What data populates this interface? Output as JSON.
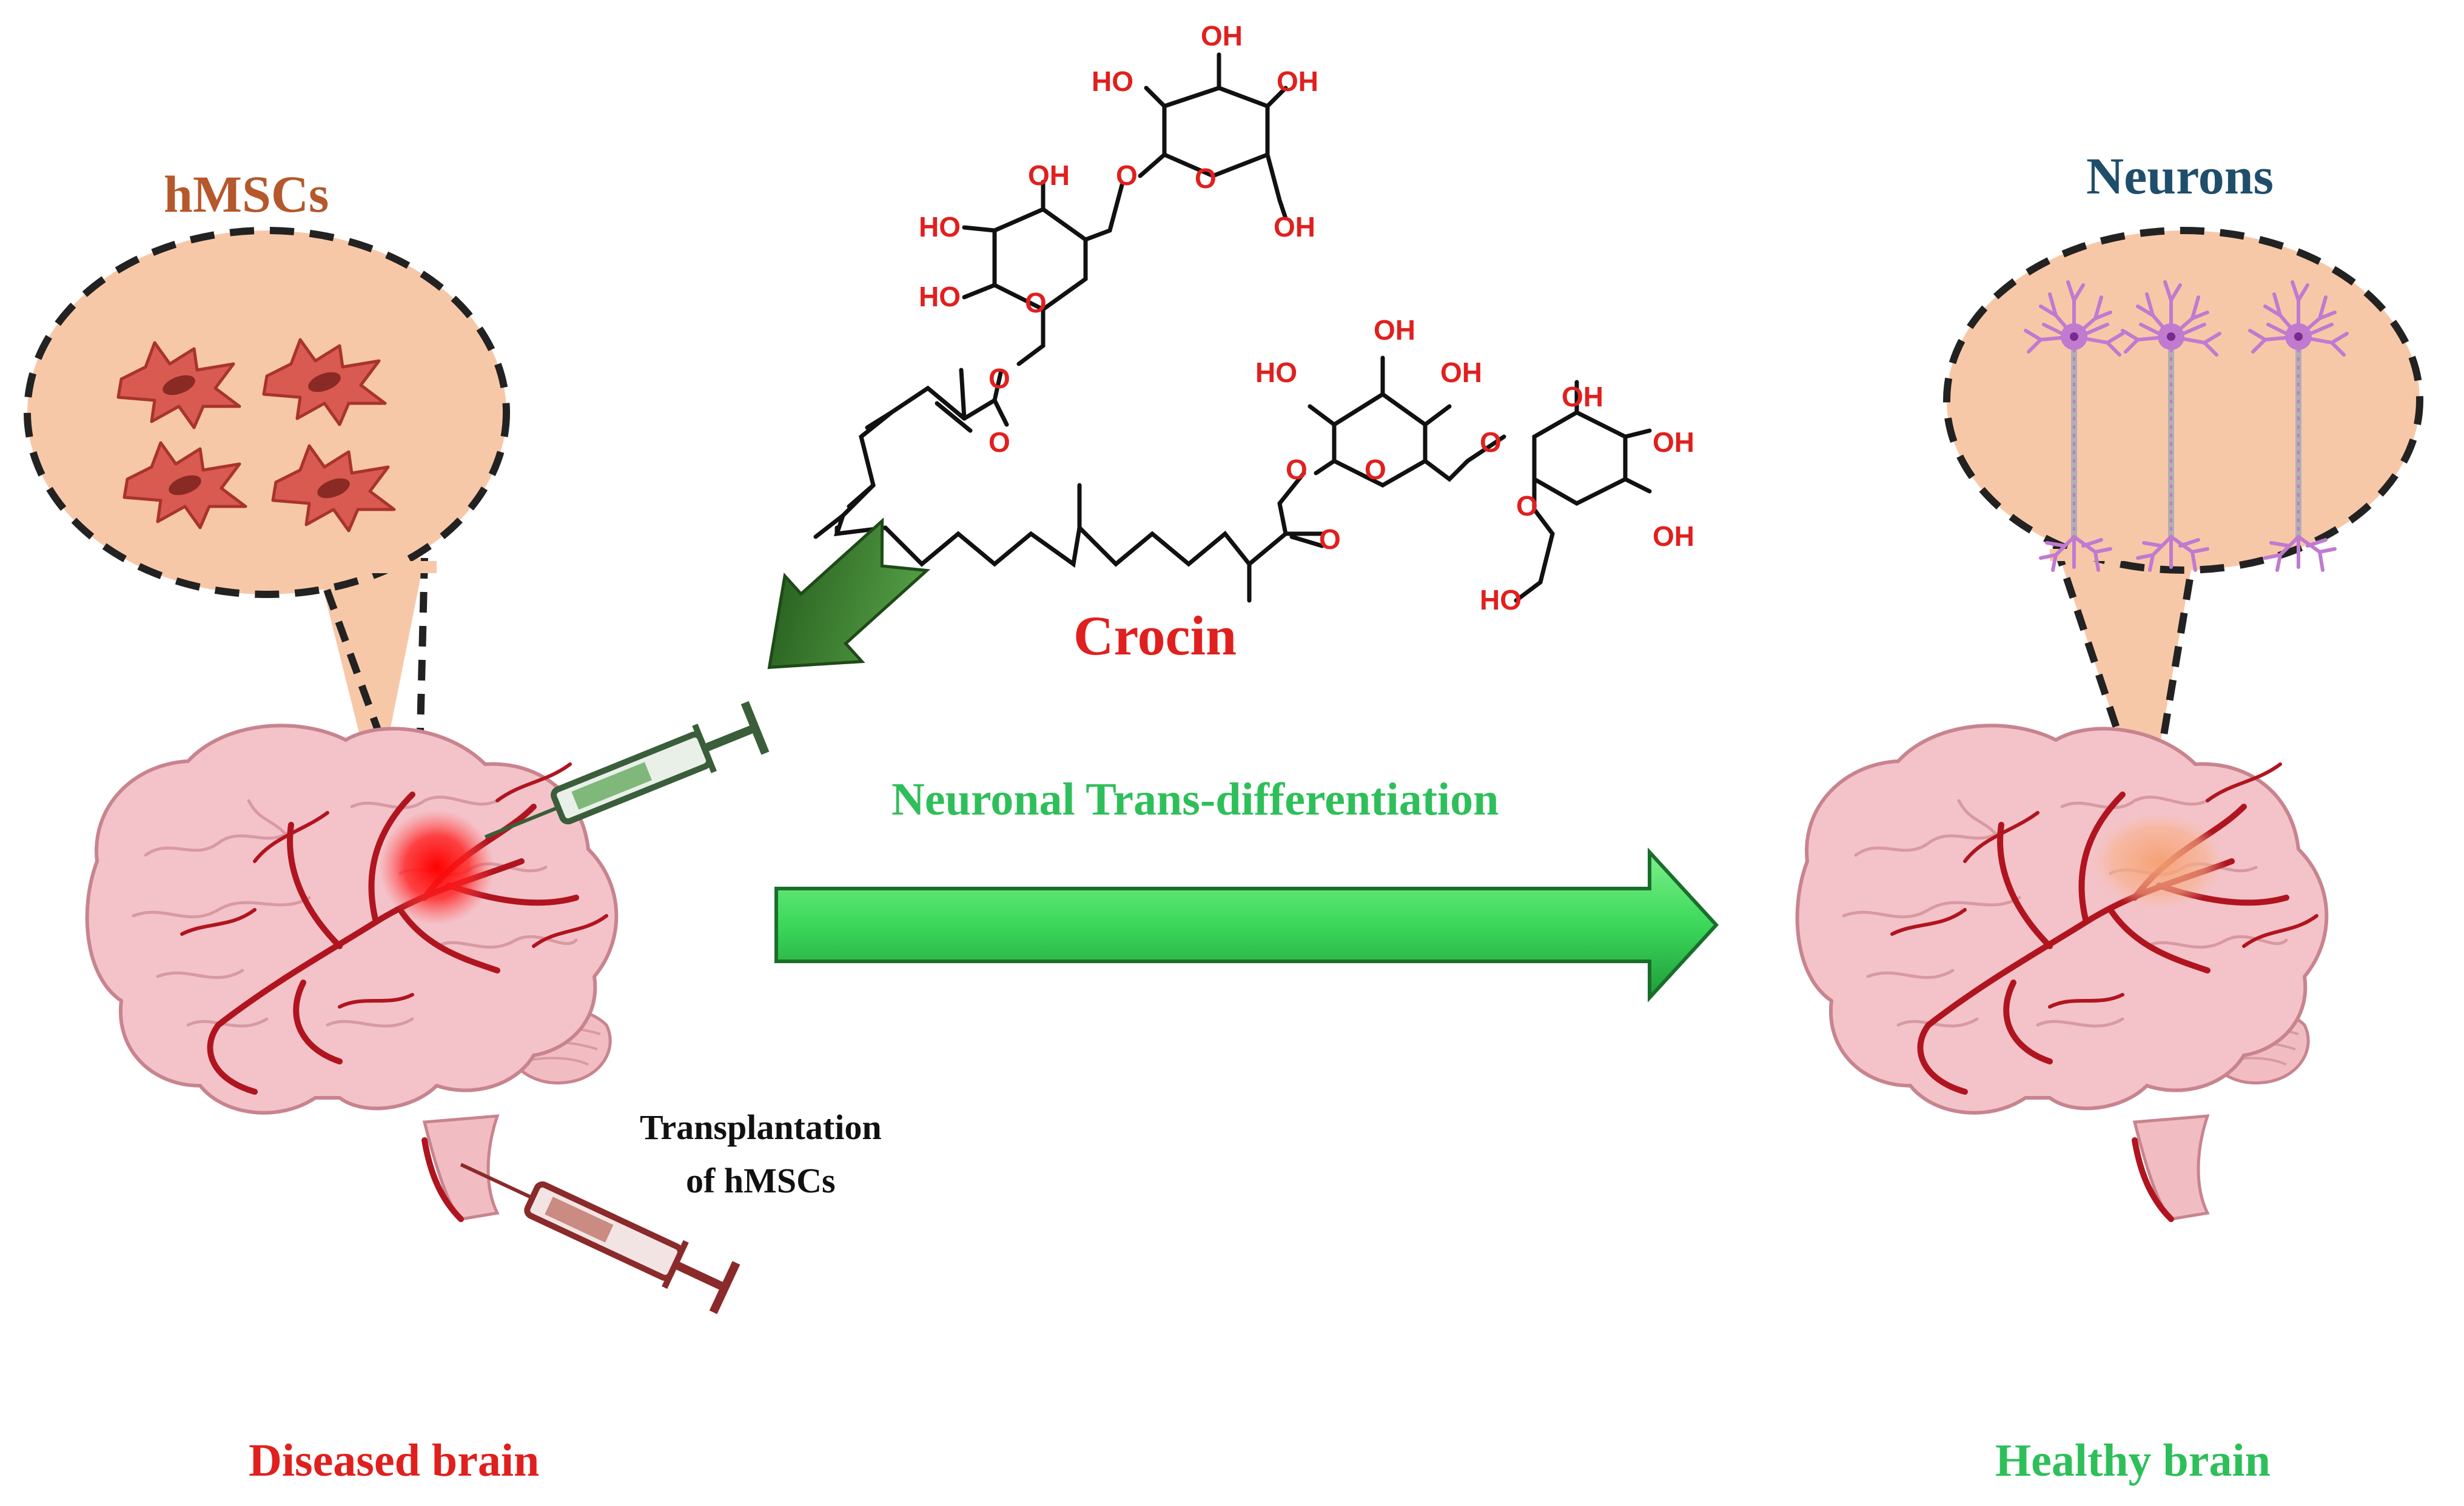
{
  "labels": {
    "hmscs": "hMSCs",
    "neurons": "Neurons",
    "crocin": "Crocin",
    "trans_diff": "Neuronal Trans-differentiation",
    "transplant_line1": "Transplantation",
    "transplant_line2": "of hMSCs",
    "diseased": "Diseased brain",
    "healthy": "Healthy brain"
  },
  "atoms": {
    "oh": "OH",
    "ho": "HO",
    "o": "O"
  },
  "colors": {
    "hmscs_label": "#b5582c",
    "neurons_label": "#1f4e6b",
    "crocin_label": "#e0201e",
    "trans_label": "#2fbf5a",
    "diseased_label": "#e0201e",
    "healthy_label": "#2fbf5a",
    "bubble_fill": "#f7c8a8",
    "brain_fill": "#f4c3c9",
    "vessel": "#b0151f",
    "cell": "#d95a50",
    "neuron": "#c07ad0",
    "arrow_green": "#3ddc5f",
    "arrow_dark_green": "#2e6b1f",
    "syringe_green": "#3a5e3a",
    "syringe_red": "#8a2a2a"
  },
  "icons": {
    "stem_cell": "stem-cell-icon",
    "neuron": "neuron-icon",
    "brain": "brain-icon",
    "syringe": "syringe-icon",
    "arrow": "arrow-icon"
  }
}
